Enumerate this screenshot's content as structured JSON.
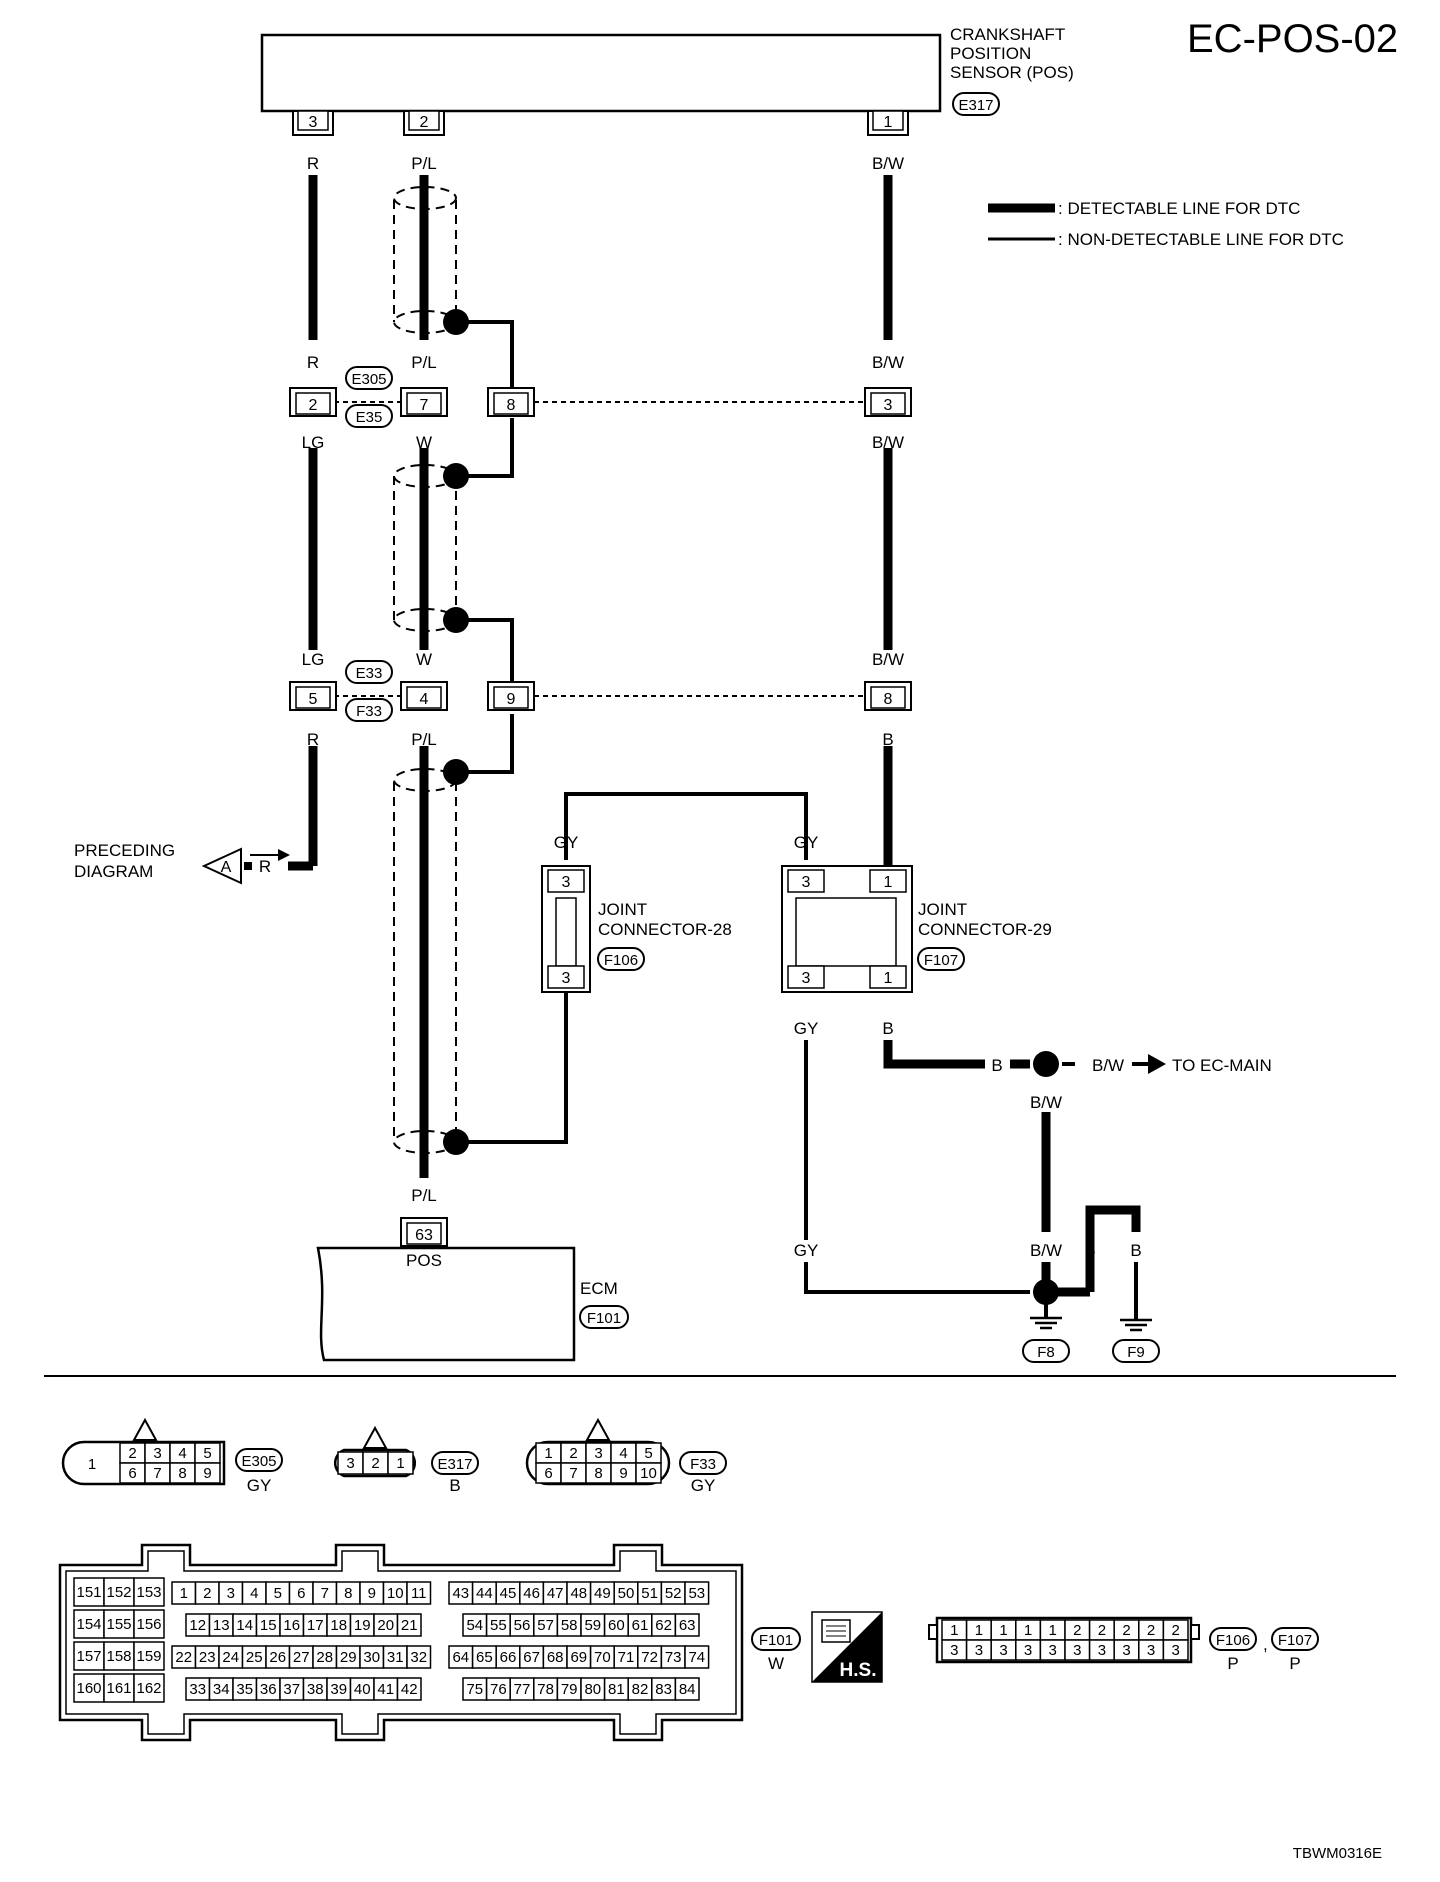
{
  "page_title": "EC-POS-02",
  "image_code": "TBWM0316E",
  "legend": {
    "detectable": ": DETECTABLE LINE FOR DTC",
    "non_detectable": ": NON-DETECTABLE LINE FOR DTC"
  },
  "components": {
    "pos_sensor": {
      "line1": "CRANKSHAFT",
      "line2": "POSITION",
      "line3": "SENSOR (POS)",
      "connector": "E317"
    },
    "joint28": {
      "line1": "JOINT",
      "line2": "CONNECTOR-28",
      "connector": "F106"
    },
    "joint29": {
      "line1": "JOINT",
      "line2": "CONNECTOR-29",
      "connector": "F107"
    },
    "ecm": {
      "name": "ECM",
      "connector": "F101",
      "pin": "63",
      "pin_label": "POS"
    },
    "preceding": {
      "line1": "PRECEDING",
      "line2": "DIAGRAM",
      "ref": "A"
    },
    "to_main": "TO EC-MAIN",
    "grounds": [
      "F8",
      "F9"
    ]
  },
  "connectors": {
    "upper_pair": [
      "E305",
      "E35"
    ],
    "lower_pair": [
      "E33",
      "F33"
    ]
  },
  "pins": {
    "sensor": [
      "3",
      "2",
      "1"
    ],
    "upper": [
      "2",
      "7",
      "8",
      "3"
    ],
    "lower": [
      "5",
      "4",
      "9",
      "8"
    ],
    "j28": [
      "3",
      "3"
    ],
    "j29": [
      "3",
      "1",
      "3",
      "1"
    ]
  },
  "wire_colors": {
    "R": "R",
    "PL": "P/L",
    "BW": "B/W",
    "LG": "LG",
    "W": "W",
    "B": "B",
    "GY": "GY"
  },
  "connector_views": {
    "e305": {
      "id": "E305",
      "color": "GY",
      "single": "1",
      "top": [
        "2",
        "3",
        "4",
        "5"
      ],
      "bottom": [
        "6",
        "7",
        "8",
        "9"
      ]
    },
    "e317": {
      "id": "E317",
      "color": "B",
      "pins": [
        "3",
        "2",
        "1"
      ]
    },
    "f33": {
      "id": "F33",
      "color": "GY",
      "top": [
        "1",
        "2",
        "3",
        "4",
        "5"
      ],
      "bottom": [
        "6",
        "7",
        "8",
        "9",
        "10"
      ]
    },
    "f101": {
      "id": "F101",
      "color": "W",
      "left_rows": [
        [
          "151",
          "152",
          "153"
        ],
        [
          "154",
          "155",
          "156"
        ],
        [
          "157",
          "158",
          "159"
        ],
        [
          "160",
          "161",
          "162"
        ]
      ],
      "mid_rows": [
        [
          "1",
          "2",
          "3",
          "4",
          "5",
          "6",
          "7",
          "8",
          "9",
          "10",
          "11"
        ],
        [
          "12",
          "13",
          "14",
          "15",
          "16",
          "17",
          "18",
          "19",
          "20",
          "21"
        ],
        [
          "22",
          "23",
          "24",
          "25",
          "26",
          "27",
          "28",
          "29",
          "30",
          "31",
          "32"
        ],
        [
          "33",
          "34",
          "35",
          "36",
          "37",
          "38",
          "39",
          "40",
          "41",
          "42"
        ]
      ],
      "right_rows": [
        [
          "43",
          "44",
          "45",
          "46",
          "47",
          "48",
          "49",
          "50",
          "51",
          "52",
          "53"
        ],
        [
          "54",
          "55",
          "56",
          "57",
          "58",
          "59",
          "60",
          "61",
          "62",
          "63"
        ],
        [
          "64",
          "65",
          "66",
          "67",
          "68",
          "69",
          "70",
          "71",
          "72",
          "73",
          "74"
        ],
        [
          "75",
          "76",
          "77",
          "78",
          "79",
          "80",
          "81",
          "82",
          "83",
          "84"
        ]
      ]
    },
    "hs_label": "H.S.",
    "f106_f107": {
      "top": [
        "1",
        "1",
        "1",
        "1",
        "1",
        "2",
        "2",
        "2",
        "2",
        "2"
      ],
      "bottom": [
        "3",
        "3",
        "3",
        "3",
        "3",
        "3",
        "3",
        "3",
        "3",
        "3"
      ],
      "ids": [
        "F106",
        "F107"
      ],
      "separator": ",",
      "colors": [
        "P",
        "P"
      ]
    }
  }
}
